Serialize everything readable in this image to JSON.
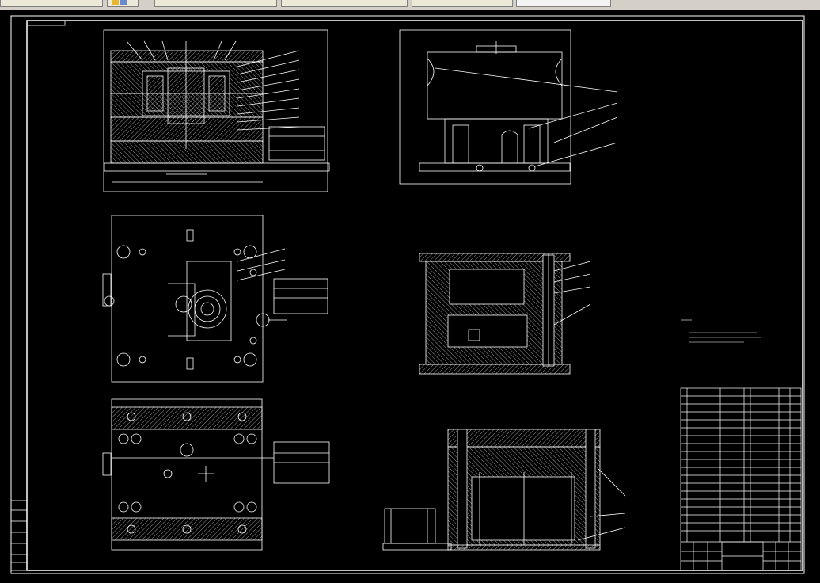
{
  "window": {
    "tabs": [
      {
        "label": ""
      },
      {
        "label": ""
      },
      {
        "label": ""
      },
      {
        "label": ""
      }
    ]
  },
  "colors": {
    "background": "#000000",
    "lines": "#ffffff",
    "tabbar": "#d4d0c8"
  },
  "drawing": {
    "views": [
      {
        "name": "front-section-view"
      },
      {
        "name": "side-view"
      },
      {
        "name": "top-plan-view"
      },
      {
        "name": "side-section-view"
      },
      {
        "name": "bottom-view"
      },
      {
        "name": "rear-section-view"
      }
    ],
    "notes_title": "",
    "title_block": {
      "rows": 22
    }
  }
}
